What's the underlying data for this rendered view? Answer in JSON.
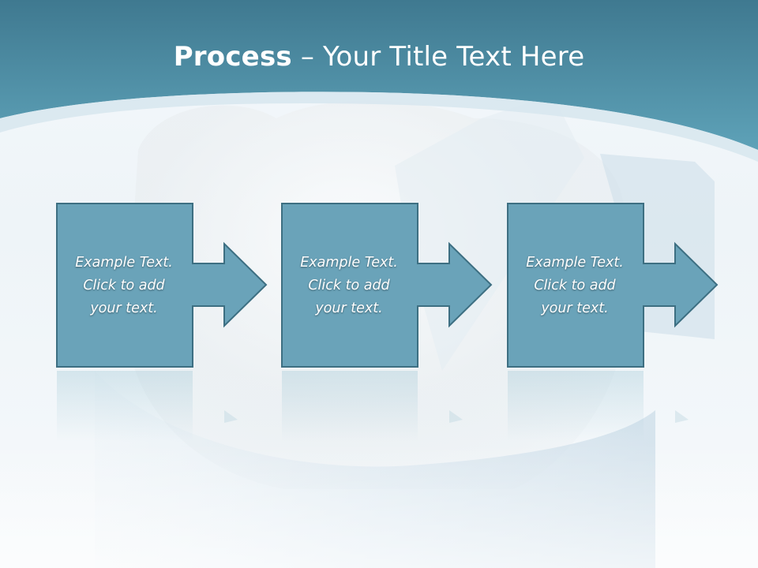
{
  "slide": {
    "title": {
      "bold": "Process",
      "rest": " – Your Title Text Here"
    }
  },
  "steps": [
    {
      "text": "Example Text.\nClick  to add\nyour text."
    },
    {
      "text": "Example Text.\nClick  to add\nyour text."
    },
    {
      "text": "Example Text.\nClick  to add\nyour text."
    }
  ],
  "colors": {
    "header": "#4a8aa3",
    "step_fill": "#6aa3b9",
    "step_border": "#3d6f82",
    "text": "#ffffff"
  }
}
